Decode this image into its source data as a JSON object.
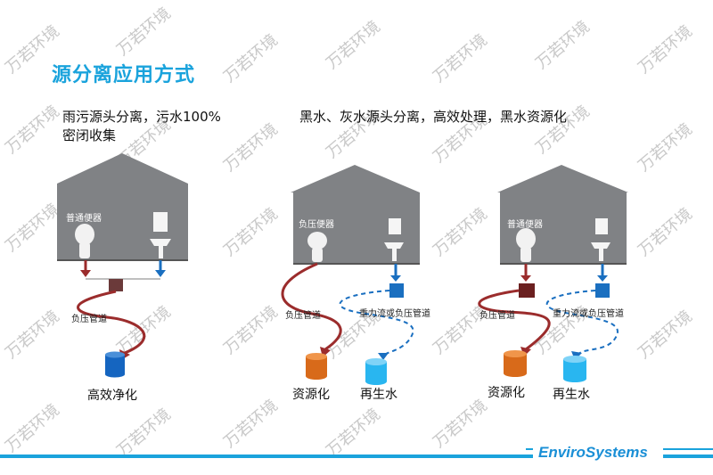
{
  "title": "源分离应用方式",
  "watermark": "万若环境",
  "captions": {
    "left": "雨污源头分离，污水100%密闭收集",
    "right": "黑水、灰水源头分离，高效处理，黑水资源化"
  },
  "house1": {
    "toilet_label": "普通便器",
    "pipe_label": "负压管道",
    "output_label": "高效净化"
  },
  "house2": {
    "toilet_label": "负压便器",
    "pipe_label_black": "负压管道",
    "pipe_label_grey": "重力流或负压管道",
    "output_black": "资源化",
    "output_grey": "再生水"
  },
  "house3": {
    "toilet_label": "普通便器",
    "pipe_label_black": "负压管道",
    "pipe_label_grey": "重力流或负压管道",
    "output_black": "资源化",
    "output_grey": "再生水"
  },
  "brand": "EnviroSystems",
  "colors": {
    "accent": "#1aa3dc",
    "house": "#808285",
    "black_water": "#9b2c2c",
    "grey_water": "#1a6fc0",
    "resource_drum": "#d86a1a",
    "reclaimed_drum": "#29b6f0",
    "purify_drum": "#1565c0"
  }
}
